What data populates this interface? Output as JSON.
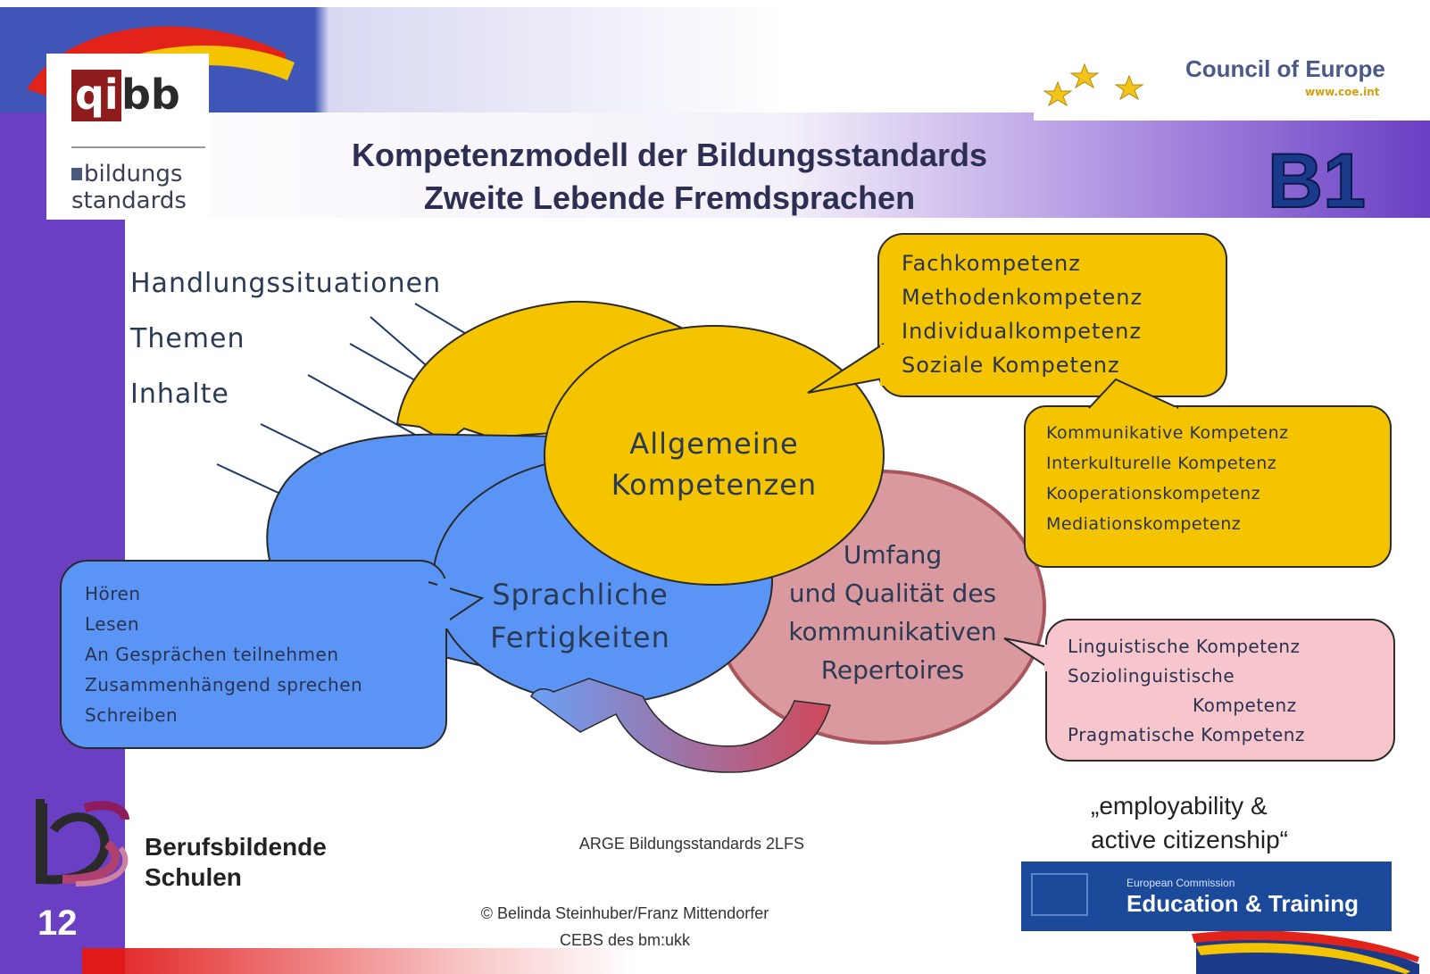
{
  "header": {
    "title_line1": "Kompetenzmodell der Bildungsstandards",
    "title_line2": "Zweite Lebende Fremdsprachen",
    "level_badge": "B1",
    "logo_qi": "qi",
    "logo_bb": "bb",
    "logo_bildungs": "bildungs",
    "logo_standards": "standards",
    "council_name": "Council of Europe",
    "council_url": "www.coe.int"
  },
  "diagram": {
    "inputs": [
      "Handlungssituationen",
      "Themen",
      "Inhalte"
    ],
    "center_general": [
      "Allgemeine",
      "Kompetenzen"
    ],
    "center_language": [
      "Sprachliche",
      "Fertigkeiten"
    ],
    "center_repertoire": [
      "Umfang",
      "und Qualität des",
      "kommunikativen",
      "Repertoires"
    ],
    "box_fach": [
      "Fachkompetenz",
      "Methodenkompetenz",
      "Individualkompetenz",
      "Soziale Kompetenz"
    ],
    "box_kommunikativ": [
      "Kommunikative Kompetenz",
      "Interkulturelle Kompetenz",
      "Kooperationskompetenz",
      "Mediationskompetenz"
    ],
    "box_skills": [
      "Hören",
      "Lesen",
      "An Gesprächen teilnehmen",
      "Zusammenhängend sprechen",
      "Schreiben"
    ],
    "box_linguistic": [
      "Linguistische Kompetenz",
      "Soziolinguistische",
      "Kompetenz",
      "Pragmatische Kompetenz"
    ]
  },
  "footer": {
    "school_line1": "Berufsbildende",
    "school_line2": "Schulen",
    "page_number": "12",
    "arge": "ARGE Bildungsstandards 2LFS",
    "copyright_line1": "© Belinda Steinhuber/Franz Mittendorfer",
    "copyright_line2": "CEBS des bm:ukk",
    "motto_line1": "„employability &",
    "motto_line2": "active citizenship“",
    "ec_small": "European Commission",
    "ec_big": "Education & Training"
  },
  "colors": {
    "purple_band": "#6a3fc4",
    "yellow": "#f5c400",
    "blue": "#5a95f5",
    "rose": "#d9999e",
    "pink_box": "#f7c6cc",
    "title": "#2c2f52"
  }
}
